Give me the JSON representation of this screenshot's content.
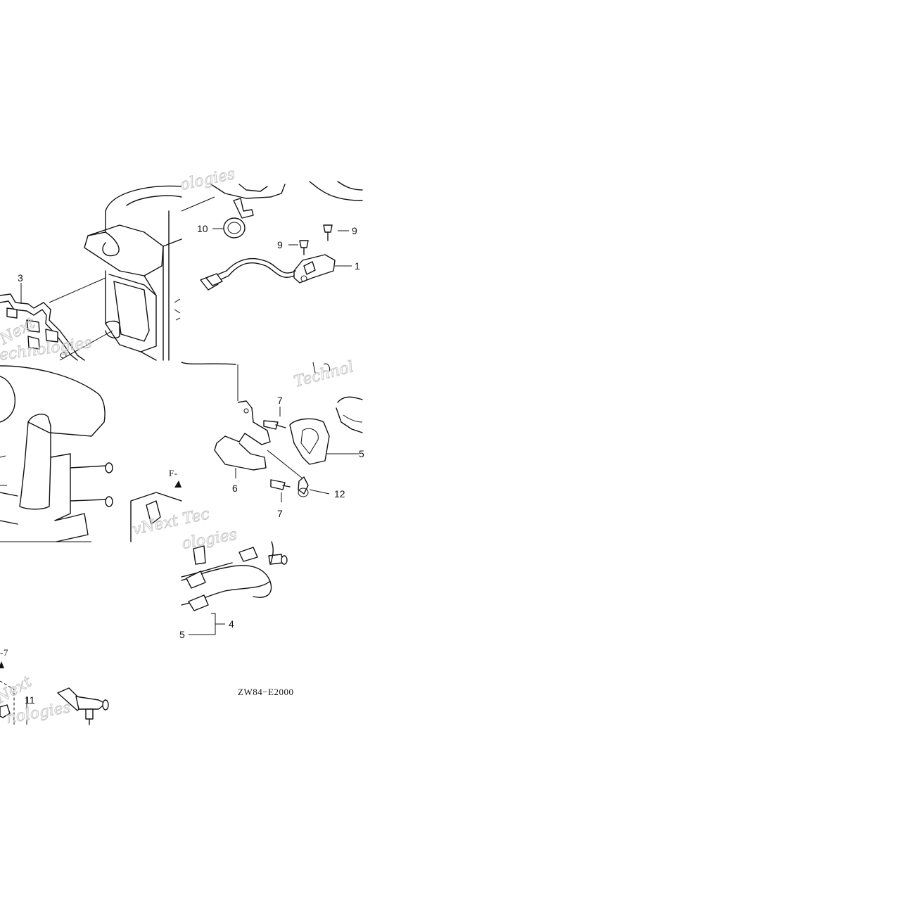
{
  "part_labels": {
    "p1": "1",
    "p3": "3",
    "p4": "4",
    "p5": "5",
    "p6": "6",
    "p7a": "7",
    "p7b": "7",
    "p9a": "9",
    "p9b": "9",
    "p10": "10",
    "p11": "11",
    "p12": "12",
    "p5_right": "5"
  },
  "section_refs": {
    "f_ref": "F-",
    "minus7": "-7"
  },
  "diagram_code": "ZW84−E2000",
  "watermarks": {
    "w1": "ologies",
    "w2": "Next",
    "w3": "echnologies",
    "w4": "Technol",
    "w5": "vNext Tec",
    "w6": "ologies",
    "w7": "Next",
    "w8": "nologies"
  }
}
